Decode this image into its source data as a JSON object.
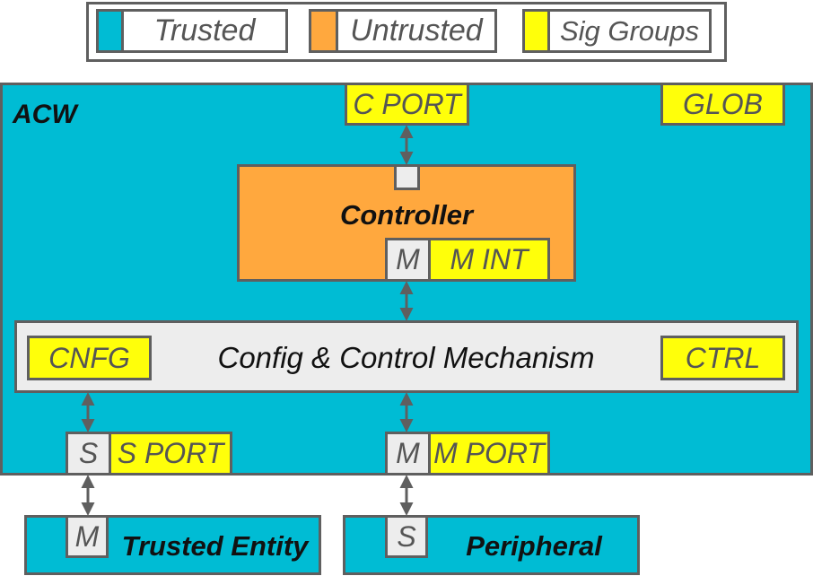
{
  "colors": {
    "trusted": "#00bcd4",
    "untrusted": "#ffa83e",
    "sig_groups": "#ffff0a",
    "border": "#5f5f5f",
    "mechanism": "#ededed"
  },
  "legend": {
    "trusted": "Trusted",
    "untrusted": "Untrusted",
    "sig_groups": "Sig Groups"
  },
  "acw": {
    "label": "ACW",
    "c_port": "C PORT",
    "glob": "GLOB"
  },
  "controller": {
    "title": "Controller",
    "m_label": "M",
    "m_int": "M INT"
  },
  "mechanism": {
    "title": "Config & Control Mechanism",
    "cnfg": "CNFG",
    "ctrl": "CTRL"
  },
  "ports": {
    "s_label": "S",
    "s_port": "S PORT",
    "m_label": "M",
    "m_port": "M PORT"
  },
  "trusted_entity": {
    "m_label": "M",
    "title": "Trusted Entity"
  },
  "peripheral": {
    "s_label": "S",
    "title": "Peripheral"
  }
}
